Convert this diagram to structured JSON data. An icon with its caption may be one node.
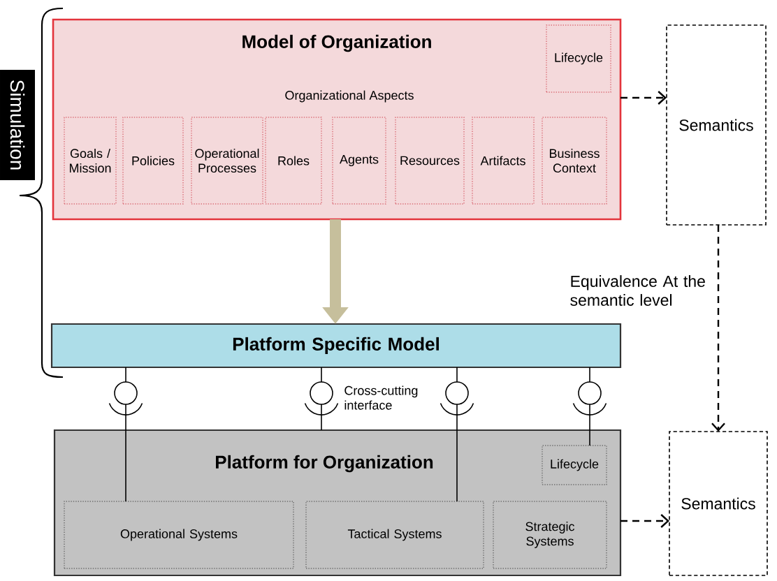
{
  "diagram": {
    "nodes": [
      {
        "text": [
          "Simulation"
        ]
      },
      {
        "text": [
          "Model of Organization",
          "Organizational Aspects"
        ]
      },
      {
        "text": [
          "Lifecycle"
        ],
        "in": 1
      },
      {
        "text": [
          "Goals / Mission"
        ],
        "in": 1
      },
      {
        "text": [
          "Policies"
        ],
        "in": 1
      },
      {
        "text": [
          "Operational Processes"
        ],
        "in": 1
      },
      {
        "text": [
          "Roles"
        ],
        "in": 1
      },
      {
        "text": [
          "Agents"
        ],
        "in": 1
      },
      {
        "text": [
          "Resources"
        ],
        "in": 1
      },
      {
        "text": [
          "Artifacts"
        ],
        "in": 1
      },
      {
        "text": [
          "Business Context"
        ],
        "in": 1
      },
      {
        "text": [
          "Semantics"
        ]
      },
      {
        "text": [
          "Platform Specific Model"
        ]
      },
      {
        "text": [
          "Platform for Organization"
        ]
      },
      {
        "text": [
          "Lifecycle"
        ],
        "in": 13
      },
      {
        "text": [
          "Operational Systems"
        ],
        "in": 13
      },
      {
        "text": [
          "Tactical Systems"
        ],
        "in": 13
      },
      {
        "text": [
          "Strategic Systems"
        ],
        "in": 13
      },
      {
        "text": [
          "Semantics"
        ]
      }
    ],
    "edges": [
      {
        "from": 1,
        "to": 11,
        "arrow": "to",
        "style": "dashed"
      },
      {
        "from": 11,
        "to": 18,
        "arrow": "to",
        "style": "dashed",
        "label": "Equivalence At the semantic level"
      },
      {
        "from": 1,
        "to": 12,
        "arrow": "to",
        "style": "thick",
        "color": "#c6bf9c"
      },
      {
        "from": 12,
        "to": 15,
        "arrow": "none"
      },
      {
        "from": 12,
        "to": 13,
        "arrow": "none"
      },
      {
        "from": 12,
        "to": 16,
        "arrow": "none"
      },
      {
        "from": 12,
        "to": 14,
        "arrow": "none"
      },
      {
        "from": 13,
        "to": 18,
        "arrow": "to",
        "style": "dashed"
      }
    ],
    "labels": [
      "Cross-cutting interface"
    ]
  }
}
